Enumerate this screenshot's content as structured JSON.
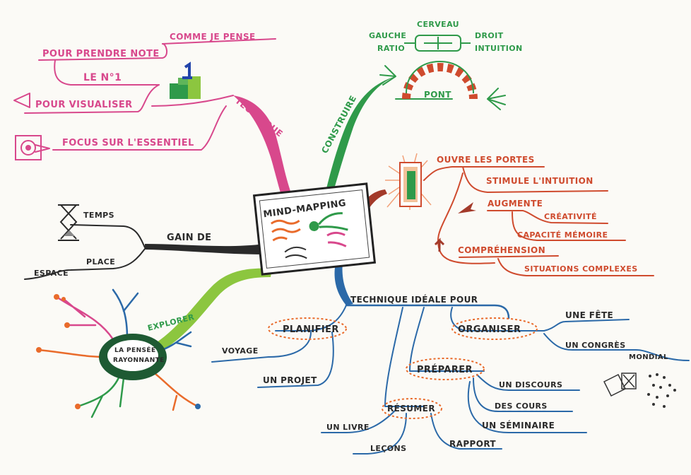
{
  "colors": {
    "technique": "#d8488c",
    "construire": "#2f9a4a",
    "ouvre": "#cf4b2e",
    "gain": "#2a2a2a",
    "explorer": "#8cc63f",
    "ideale": "#2b69a8"
  },
  "center": {
    "title": "MIND-MAPPING"
  },
  "technique": {
    "label": "TECHNIQUE",
    "items": [
      "COMME JE PENSE",
      "POUR PRENDRE NOTE",
      "LE N°1",
      "POUR VISUALISER",
      "FOCUS SUR L'ESSENTIEL"
    ]
  },
  "construire": {
    "label": "CONSTRUIRE",
    "pont": "PONT",
    "cerveau": "CERVEAU",
    "gauche": "GAUCHE",
    "ratio": "RATIO",
    "droit": "DROIT",
    "intuition": "INTUITION"
  },
  "ouvre": {
    "portes": "OUVRE LES PORTES",
    "stimule": "STIMULE L'INTUITION",
    "augmente": "AUGMENTE",
    "creativite": "CRÉATIVITÉ",
    "memoire": "CAPACITÉ MÉMOIRE",
    "comprehension": "COMPRÉHENSION",
    "situations": "SITUATIONS COMPLEXES"
  },
  "gain": {
    "label": "GAIN DE",
    "temps": "TEMPS",
    "place": "PLACE",
    "espace": "ESPACE"
  },
  "explorer": {
    "label": "EXPLORER",
    "pensee": [
      "LA PENSÉE",
      "RAYONNANTE"
    ]
  },
  "ideale": {
    "label": "TECHNIQUE IDÉALE POUR",
    "planifier": "PLANIFIER",
    "voyage": "VOYAGE",
    "projet": "UN PROJET",
    "organiser": "ORGANISER",
    "fete": "UNE FÊTE",
    "congres": "UN CONGRÈS",
    "mondial": "MONDIAL",
    "preparer": "PRÉPARER",
    "discours": "UN DISCOURS",
    "cours": "DES COURS",
    "seminaire": "UN SÉMINAIRE",
    "resumer": "RÉSUMER",
    "livre": "UN LIVRE",
    "lecons": "LEÇONS",
    "rapport": "RAPPORT"
  }
}
